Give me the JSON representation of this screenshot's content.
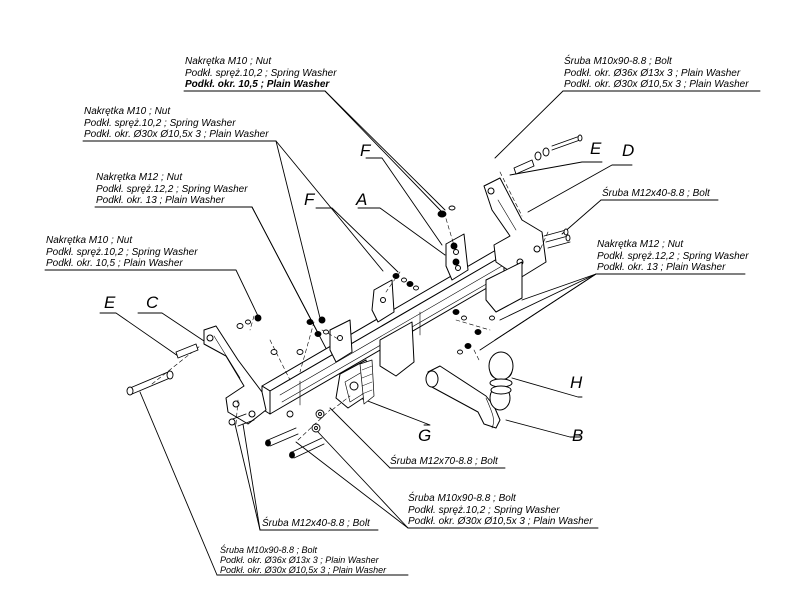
{
  "letters": {
    "A": "A",
    "B": "B",
    "C": "C",
    "D": "D",
    "E": "E",
    "F": "F",
    "G": "G",
    "H": "H"
  },
  "callouts": {
    "top_nut": [
      "Nakrętka  M10 ; Nut",
      "Podkł. spręż.10,2 ; Spring Washer",
      "Podkł. okr. 10,5 ; Plain Washer"
    ],
    "top_right_bolt": [
      "Śruba M10x90-8.8 ;  Bolt",
      "Podkł. okr.  Ø36x Ø13x 3 ; Plain Washer",
      "Podkł. okr.  Ø30x Ø10,5x 3 ; Plain Washer"
    ],
    "left_nut_m10_a": [
      "Nakrętka  M10 ; Nut",
      "Podkł. spręż.10,2 ; Spring Washer",
      "Podkł. okr.  Ø30x Ø10,5x 3 ; Plain Washer"
    ],
    "left_nut_m12": [
      "Nakrętka  M12 ; Nut",
      "Podkł. spręż.12,2 ; Spring Washer",
      "Podkł. okr. 13 ; Plain Washer"
    ],
    "left_nut_m10_b": [
      "Nakrętka  M10 ; Nut",
      "Podkł. spręż.10,2 ; Spring Washer",
      "Podkł. okr. 10,5 ; Plain Washer"
    ],
    "bolt_m12x40_right": [
      "Śruba M12x40-8.8 ;  Bolt"
    ],
    "right_nut_m12": [
      "Nakrętka  M12 ; Nut",
      "Podkł. spręż.12,2 ; Spring Washer",
      "Podkł. okr. 13 ; Plain Washer"
    ],
    "bolt_m12x70": [
      "Śruba M12x70-8.8 ;  Bolt"
    ],
    "bolt_m10x90_mid": [
      "Śruba M10x90-8.8 ;  Bolt",
      "Podkł. spręż.10,2 ; Spring Washer",
      "Podkł. okr.  Ø30x Ø10,5x 3 ; Plain Washer"
    ],
    "bolt_m12x40_left": [
      "Śruba M12x40-8.8 ;  Bolt"
    ],
    "bolt_m10x90_bottom": [
      "Śruba M10x90-8.8 ;  Bolt",
      "Podkł. okr.  Ø36x Ø13x 3 ; Plain Washer",
      "Podkł. okr.  Ø30x Ø10,5x 3 ; Plain Washer"
    ]
  }
}
